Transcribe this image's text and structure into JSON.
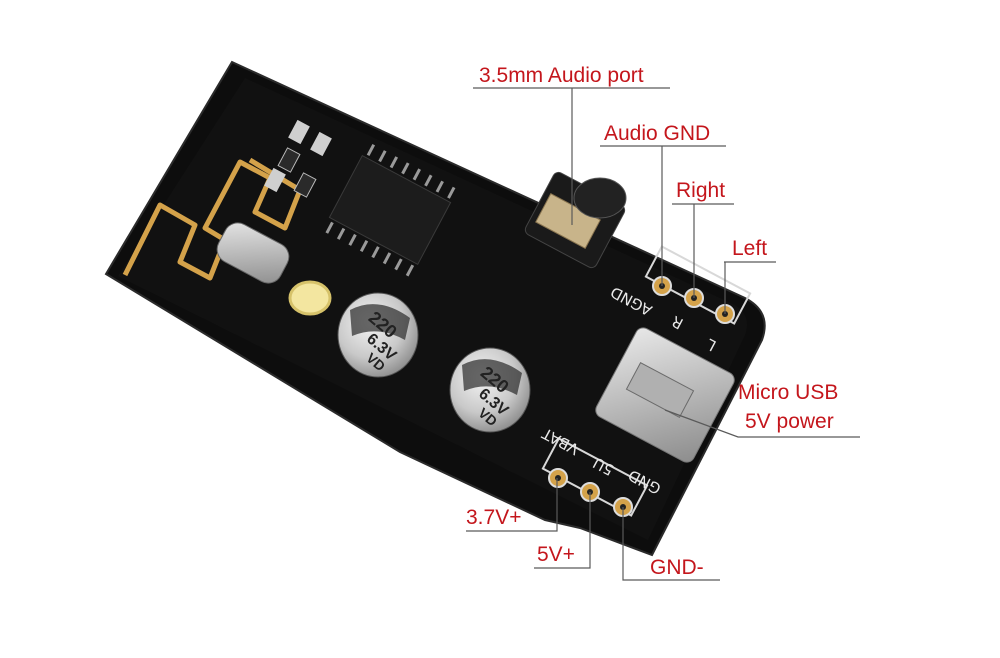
{
  "callouts": {
    "audio_port": "3.5mm Audio port",
    "audio_gnd": "Audio GND",
    "right": "Right",
    "left": "Left",
    "usb_line1": "Micro USB",
    "usb_line2": "5V power",
    "v37": "3.7V+",
    "v5": "5V+",
    "gnd": "GND-"
  },
  "silkscreen": {
    "agnd": "AGND",
    "r": "R",
    "l": "L",
    "vbat": "VBAT",
    "v5u": "5U",
    "gnd": "GND"
  },
  "capacitor": {
    "line1": "220",
    "line2": "6.3V",
    "line3": "VD"
  },
  "colors": {
    "callout_text": "#c4161c",
    "board": "#0d0d0d",
    "gold": "#d4a24a",
    "leader": "#5a5a5a"
  }
}
